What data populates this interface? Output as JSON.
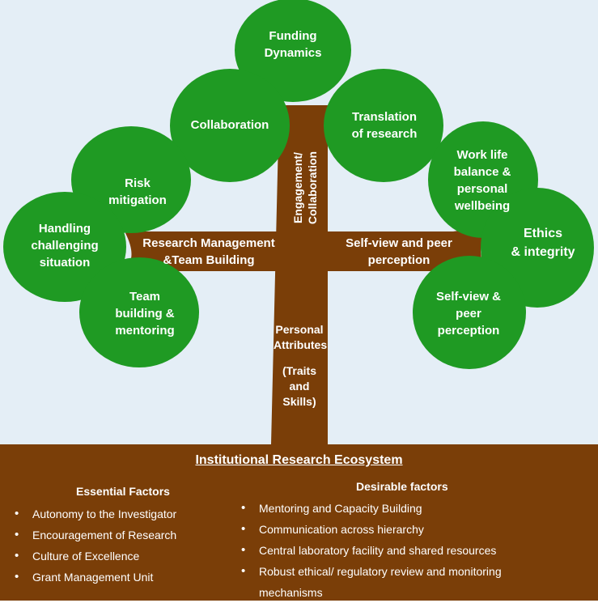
{
  "tree": {
    "leaves": {
      "funding": [
        "Funding",
        "Dynamics"
      ],
      "collaboration": [
        "Collaboration"
      ],
      "translation": [
        "Translation",
        "of research"
      ],
      "risk": [
        "Risk",
        "mitigation"
      ],
      "handling": [
        "Handling",
        "challenging",
        "situation"
      ],
      "team": [
        "Team",
        "building &",
        "mentoring"
      ],
      "worklife": [
        "Work life",
        "balance &",
        "personal",
        "wellbeing"
      ],
      "ethics": [
        "Ethics",
        "& integrity"
      ],
      "selfview_leaf": [
        "Self-view &",
        "peer",
        "perception"
      ]
    },
    "trunk_vertical_label": [
      "Engagement/",
      "Collaboration"
    ],
    "left_branch_label": [
      "Research Management",
      "&Team Building"
    ],
    "right_branch_label": [
      "Self-view and peer",
      "perception"
    ],
    "trunk_label": [
      "Personal",
      "Attributes",
      "",
      "(Traits",
      "and",
      "Skills)"
    ]
  },
  "colors": {
    "leaf": "#1f9a23",
    "bark": "#7a3e08",
    "sky": "#e4eef6"
  },
  "ecosystem": {
    "title": "Institutional Research Ecosystem",
    "essential": {
      "heading": "Essential Factors",
      "items": [
        "Autonomy to the Investigator",
        "Encouragement of Research",
        "Culture of Excellence",
        "Grant Management Unit"
      ]
    },
    "desirable": {
      "heading": "Desirable factors",
      "items": [
        "Mentoring and Capacity Building",
        "Communication across hierarchy",
        "Central laboratory facility and shared resources",
        "Robust ethical/ regulatory review and monitoring mechanisms"
      ]
    }
  }
}
